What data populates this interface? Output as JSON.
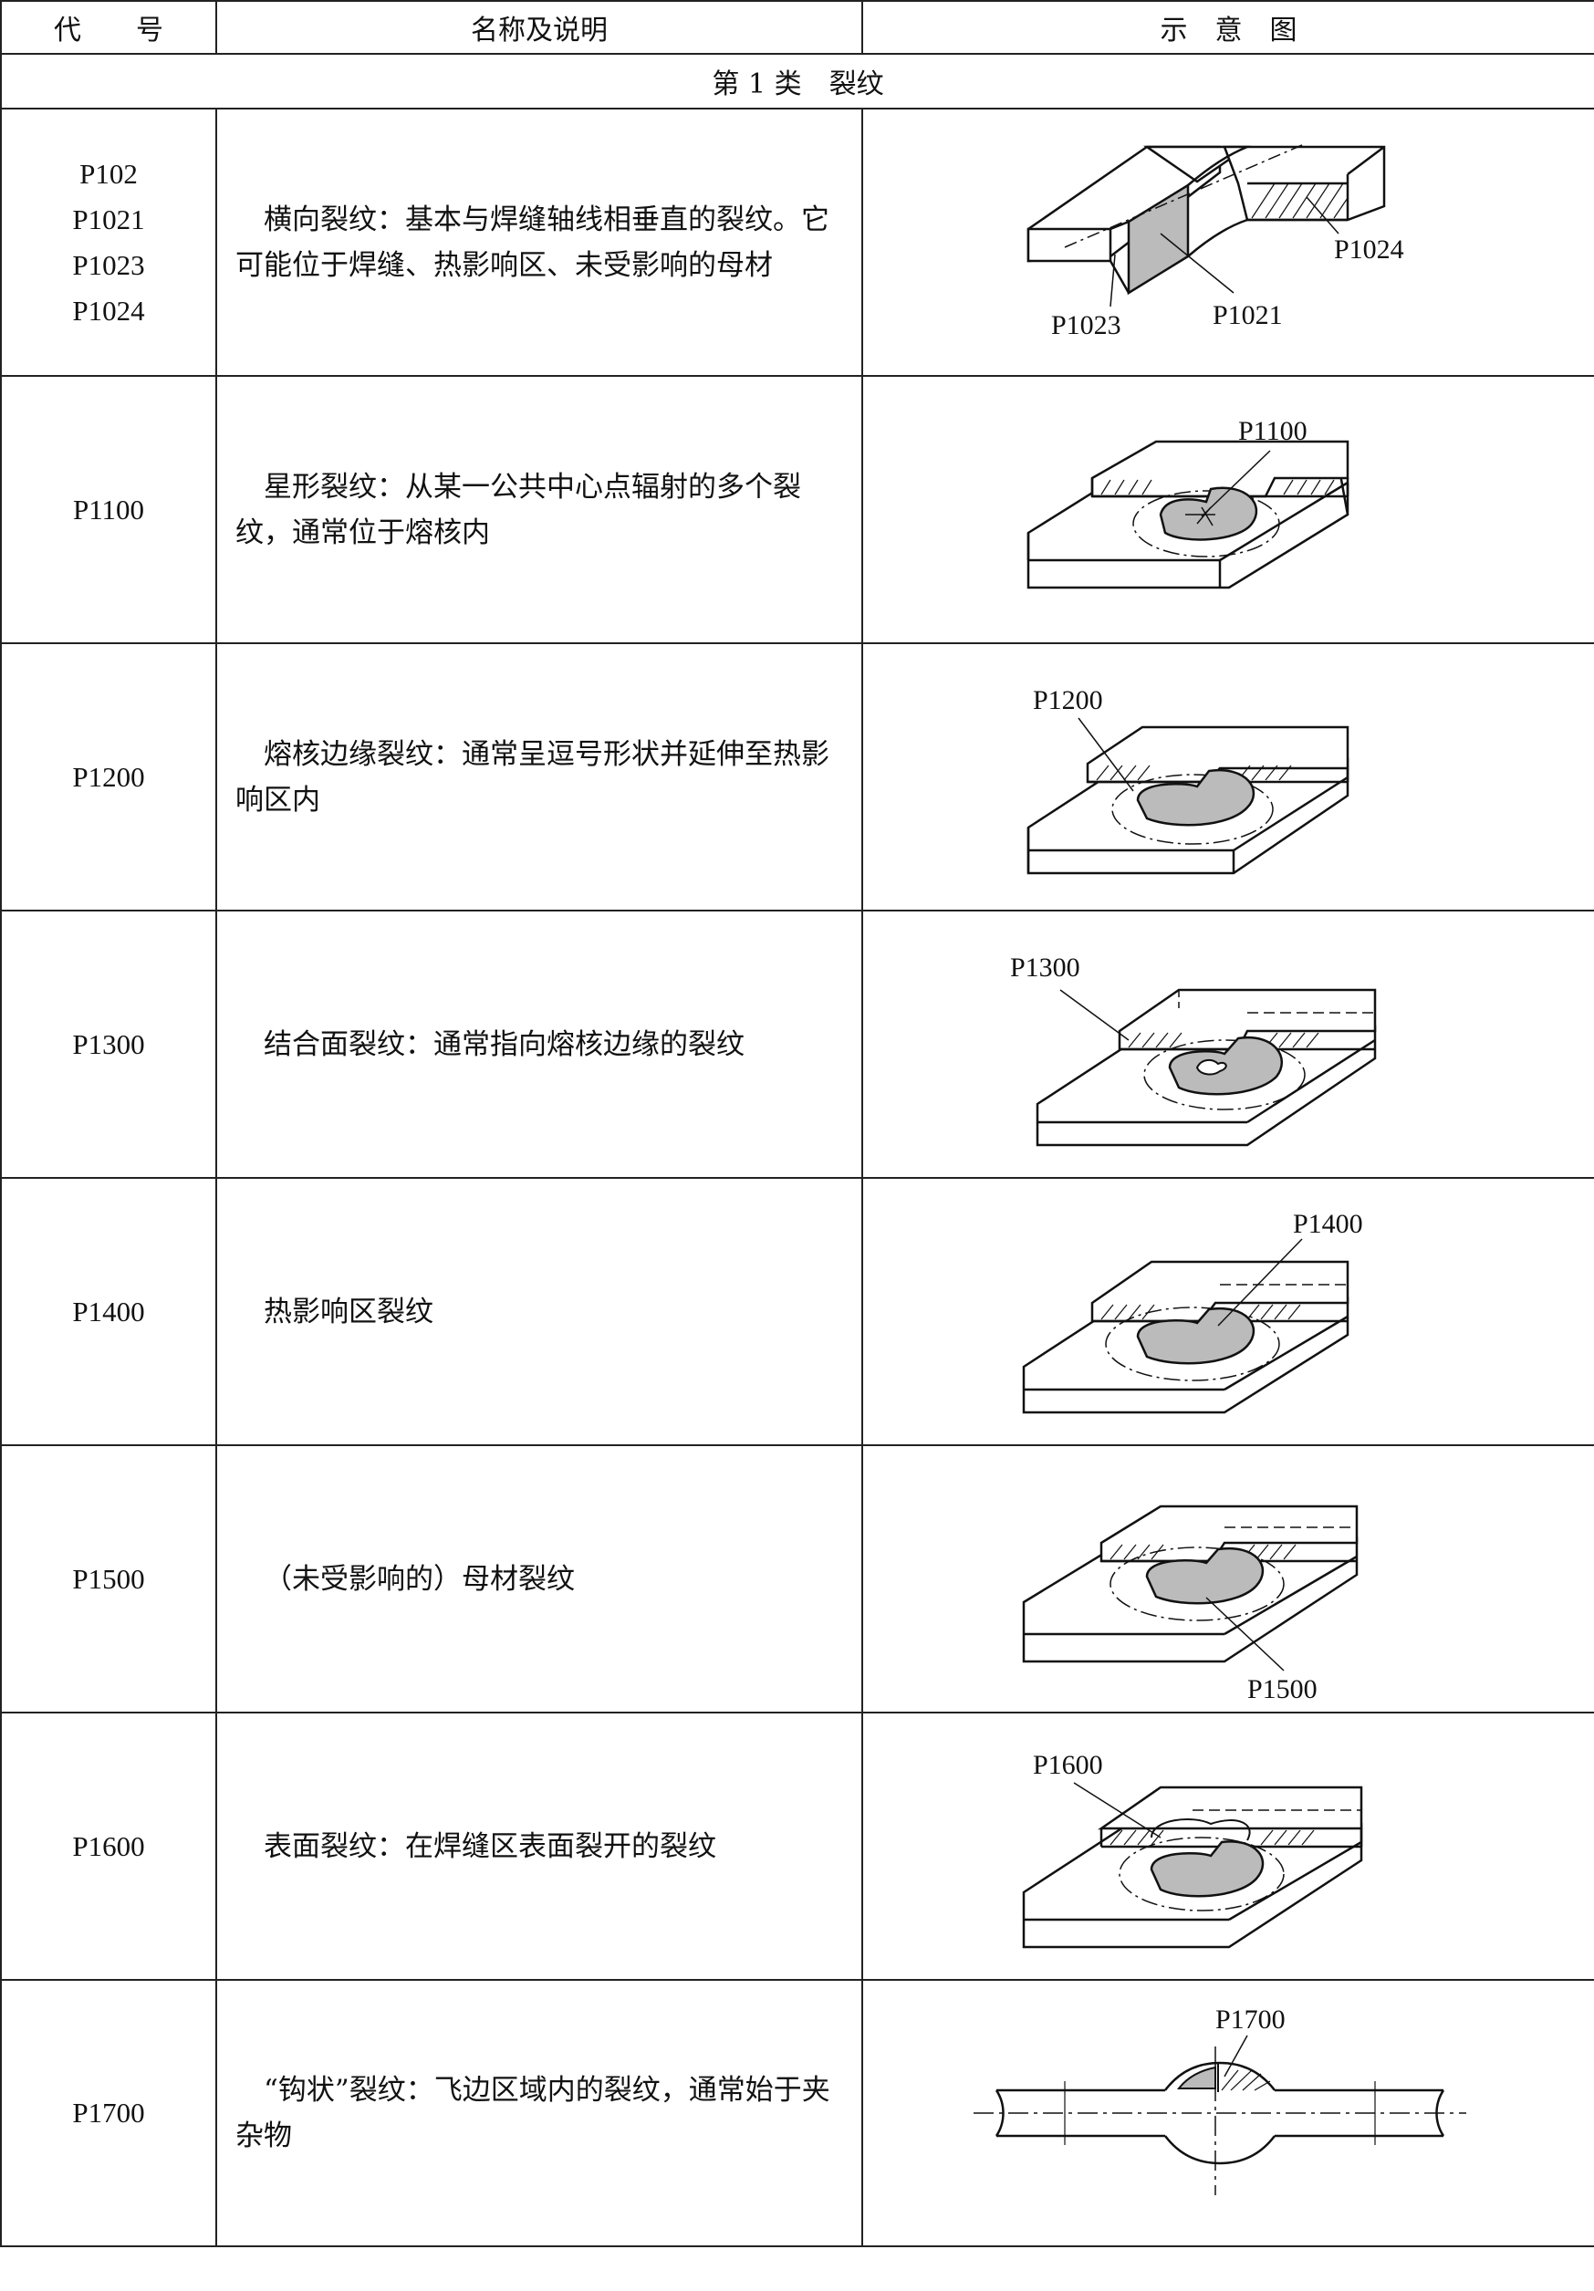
{
  "header": {
    "col_code": "代　　号",
    "col_desc": "名称及说明",
    "col_fig": "示　意　图"
  },
  "category": {
    "title": "第 1 类　裂纹"
  },
  "rows": [
    {
      "codes": [
        "P102",
        "P1021",
        "P1023",
        "P1024"
      ],
      "desc": "横向裂纹：基本与焊缝轴线相垂直的裂纹。它可能位于焊缝、热影响区、未受影响的母材",
      "labels": [
        "P1024",
        "P1023",
        "P1021"
      ]
    },
    {
      "codes": [
        "P1100"
      ],
      "desc": "星形裂纹：从某一公共中心点辐射的多个裂纹，通常位于熔核内",
      "labels": [
        "P1100"
      ]
    },
    {
      "codes": [
        "P1200"
      ],
      "desc": "熔核边缘裂纹：通常呈逗号形状并延伸至热影响区内",
      "labels": [
        "P1200"
      ]
    },
    {
      "codes": [
        "P1300"
      ],
      "desc": "结合面裂纹：通常指向熔核边缘的裂纹",
      "labels": [
        "P1300"
      ]
    },
    {
      "codes": [
        "P1400"
      ],
      "desc": "热影响区裂纹",
      "labels": [
        "P1400"
      ]
    },
    {
      "codes": [
        "P1500"
      ],
      "desc": "（未受影响的）母材裂纹",
      "labels": [
        "P1500"
      ]
    },
    {
      "codes": [
        "P1600"
      ],
      "desc": "表面裂纹：在焊缝区表面裂开的裂纹",
      "labels": [
        "P1600"
      ]
    },
    {
      "codes": [
        "P1700"
      ],
      "desc": "“钩状”裂纹：飞边区域内的裂纹，通常始于夹杂物",
      "labels": [
        "P1700"
      ]
    }
  ]
}
